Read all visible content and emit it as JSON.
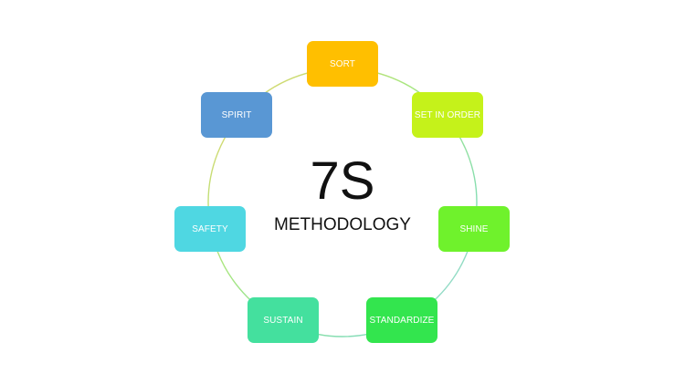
{
  "title": "7S",
  "subtitle": "METHODOLOGY",
  "nodes": [
    {
      "label": "SORT",
      "color": "#FFBF00"
    },
    {
      "label": "SET IN ORDER",
      "color": "#C5F21A"
    },
    {
      "label": "SHINE",
      "color": "#6FF22C"
    },
    {
      "label": "STANDARDIZE",
      "color": "#33E54E"
    },
    {
      "label": "SUSTAIN",
      "color": "#44E09E"
    },
    {
      "label": "SAFETY",
      "color": "#4FD7E2"
    },
    {
      "label": "SPIRIT",
      "color": "#5997D4"
    }
  ],
  "ring_gradient": [
    "#E9D36A",
    "#A8E67E",
    "#84DDB3",
    "#A7D9E0"
  ]
}
